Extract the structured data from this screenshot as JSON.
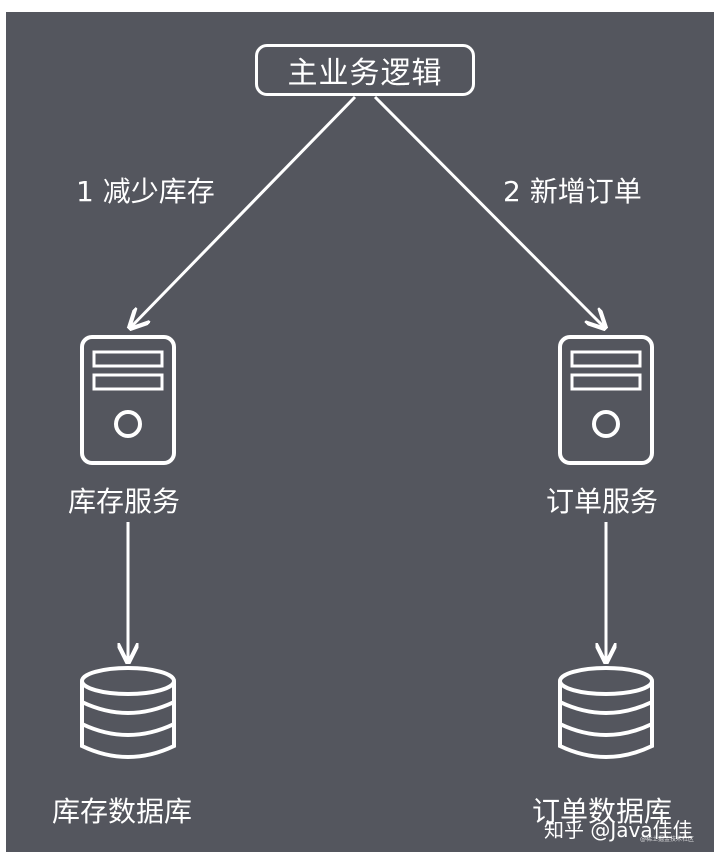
{
  "diagram": {
    "main_node": "主业务逻辑",
    "step1_label": "1 减少库存",
    "step2_label": "2 新增订单",
    "inventory_service": "库存服务",
    "order_service": "订单服务",
    "inventory_db": "库存数据库",
    "order_db": "订单数据库"
  },
  "watermark": {
    "text": "知乎 @Java佳佳",
    "small_text": "@稀土掘金技术社区"
  },
  "colors": {
    "background": "#54565e",
    "foreground": "#ffffff"
  },
  "icons": {
    "server": "server-icon",
    "database": "database-icon"
  }
}
